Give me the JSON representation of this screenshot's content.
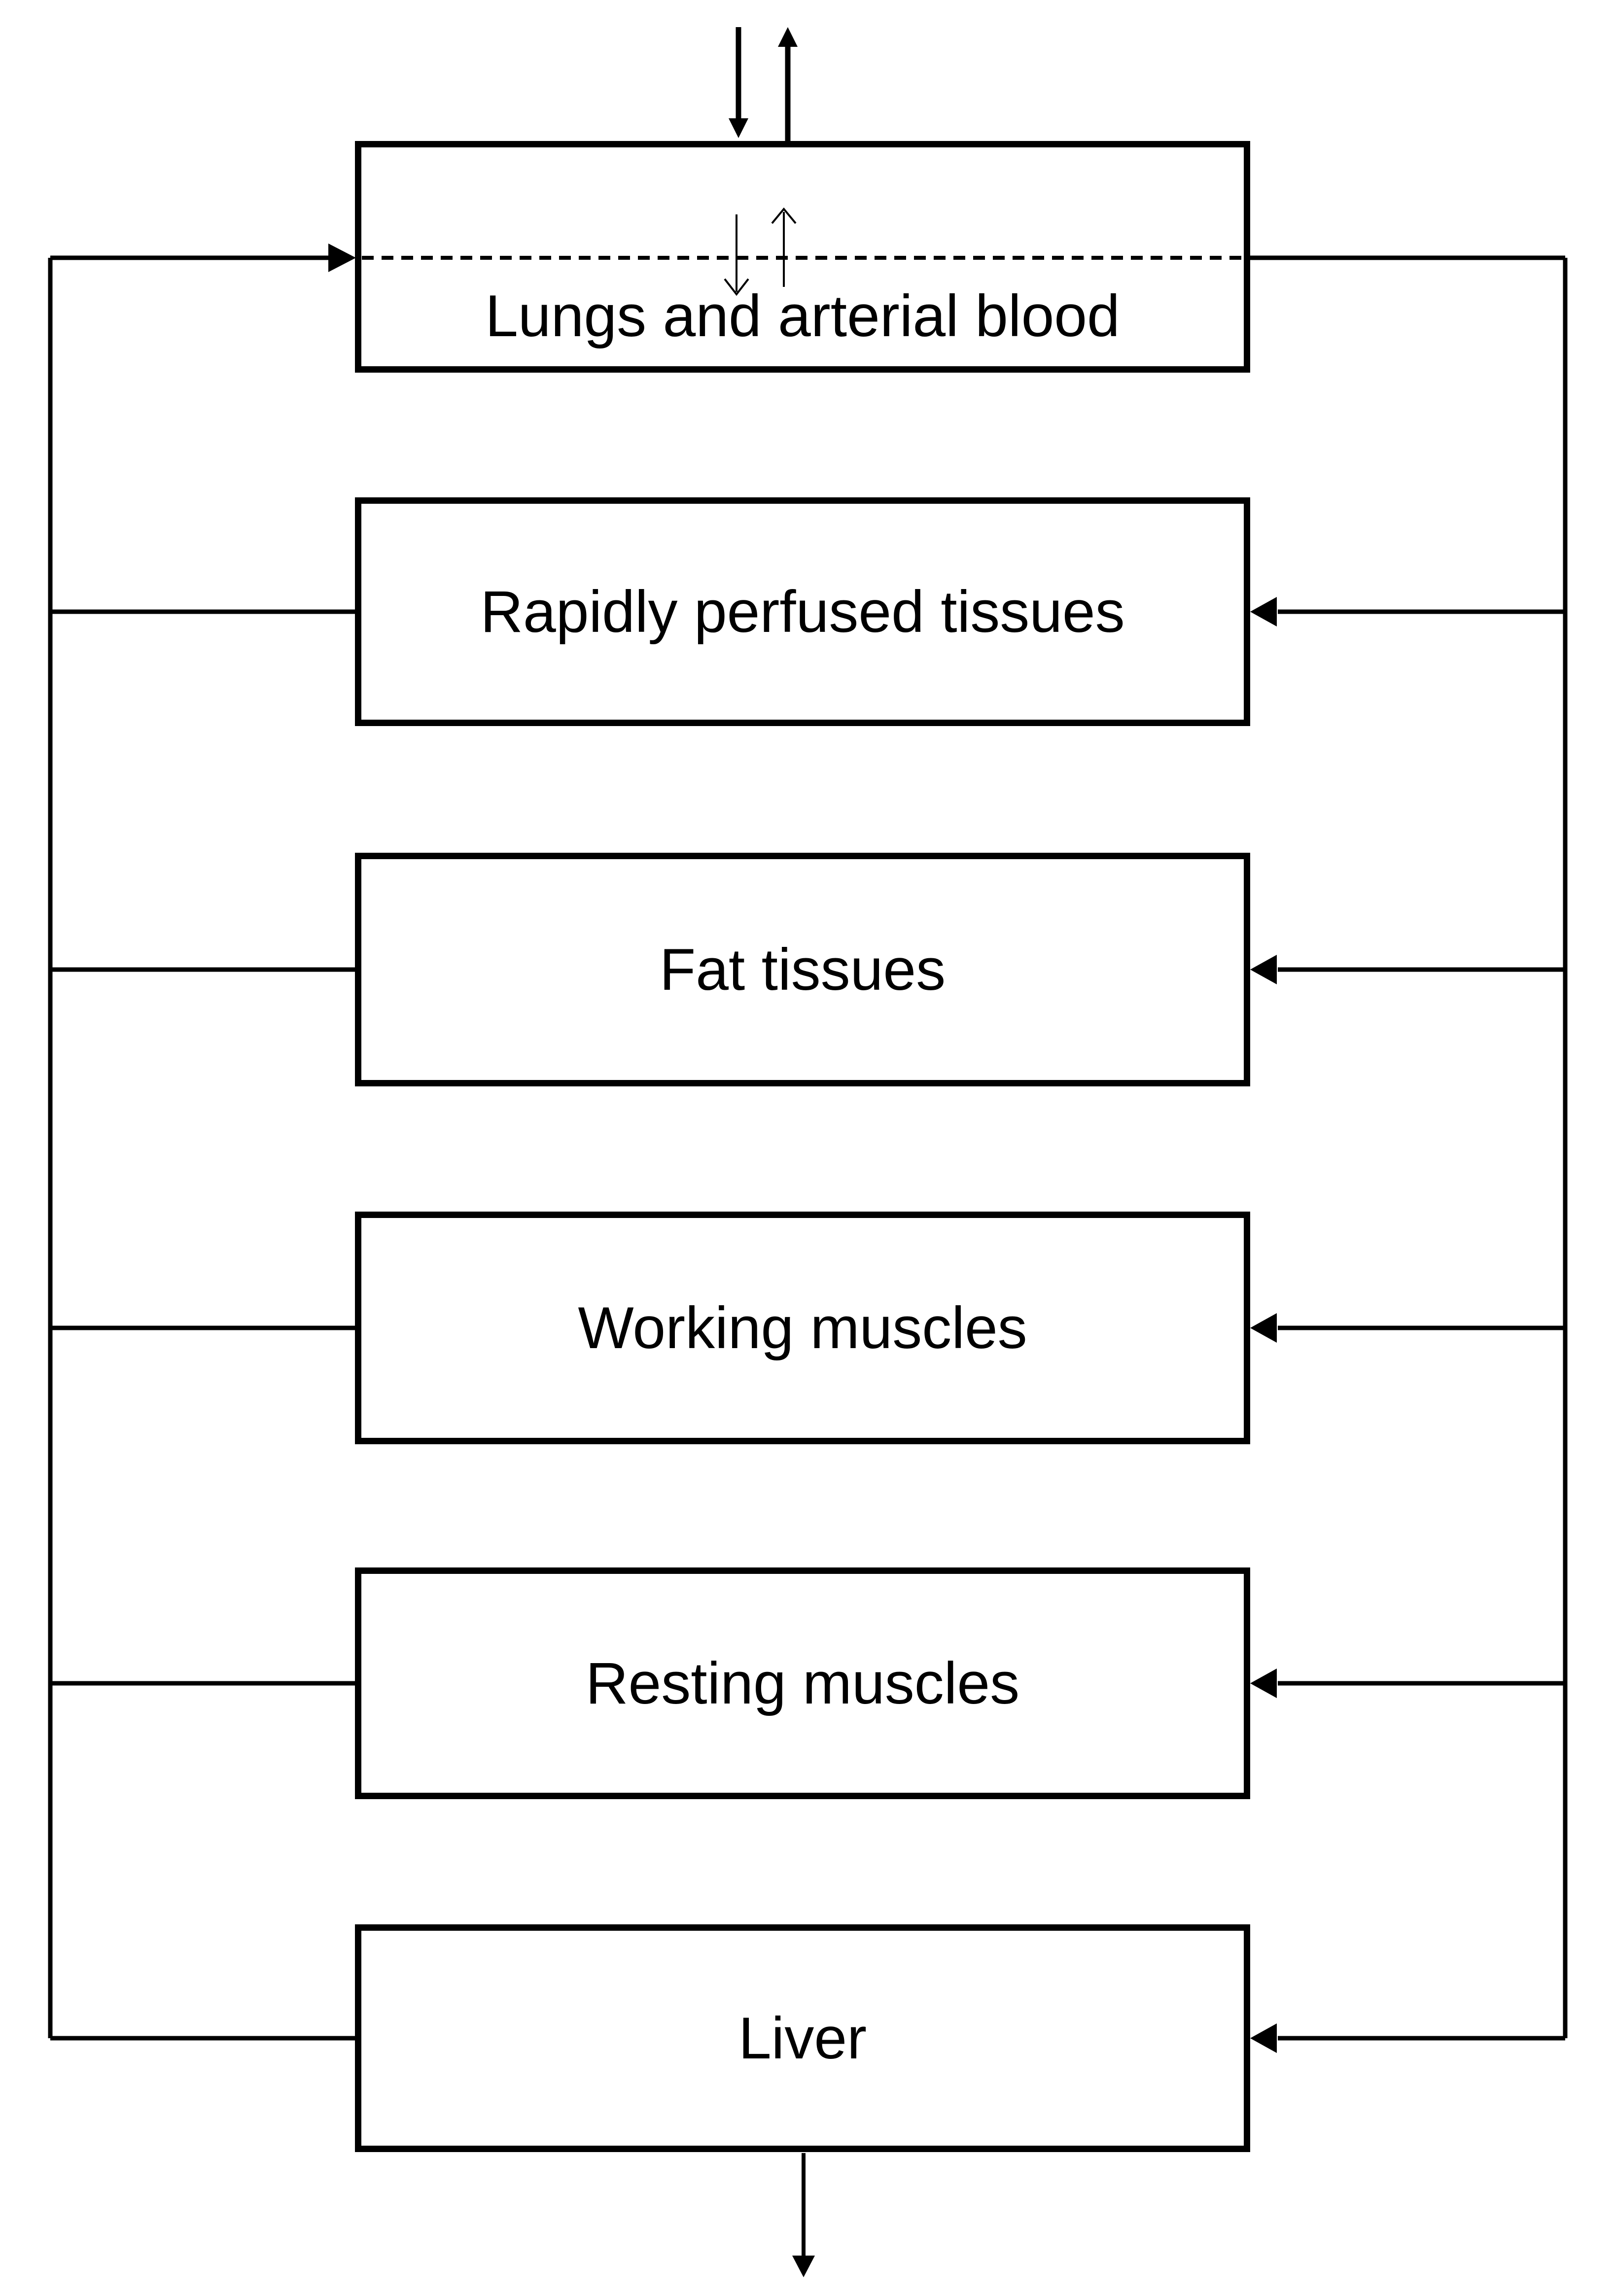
{
  "diagram": {
    "boxes": [
      {
        "id": "lungs",
        "label": "Lungs and arterial blood"
      },
      {
        "id": "rapidly_perfused",
        "label": "Rapidly perfused tissues"
      },
      {
        "id": "fat",
        "label": "Fat tissues"
      },
      {
        "id": "working_muscles",
        "label": "Working muscles"
      },
      {
        "id": "resting_muscles",
        "label": "Resting muscles"
      },
      {
        "id": "liver",
        "label": "Liver"
      }
    ],
    "colors": {
      "line": "#000000",
      "background": "#ffffff",
      "text": "#000000"
    }
  }
}
